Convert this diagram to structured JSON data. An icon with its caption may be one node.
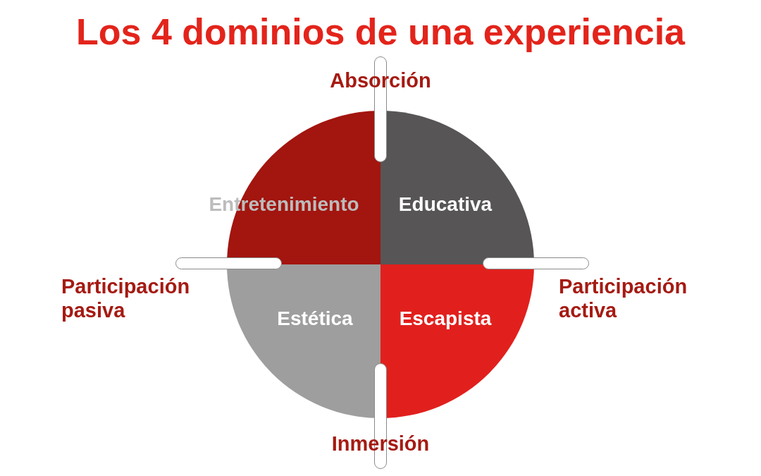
{
  "diagram": {
    "title": "Los 4 dominios de una experiencia",
    "nodes": [
      {
        "text": [
          "Entretenimiento"
        ]
      },
      {
        "text": [
          "Educativa"
        ]
      },
      {
        "text": [
          "Estética"
        ]
      },
      {
        "text": [
          "Escapista"
        ]
      },
      {
        "text": [],
        "shape": "bar"
      },
      {
        "text": [],
        "shape": "bar"
      },
      {
        "text": [],
        "shape": "bar"
      },
      {
        "text": [],
        "shape": "bar"
      }
    ],
    "labels": [
      "Absorción",
      "Participación pasiva",
      "Participación activa",
      "Inmersión"
    ]
  }
}
